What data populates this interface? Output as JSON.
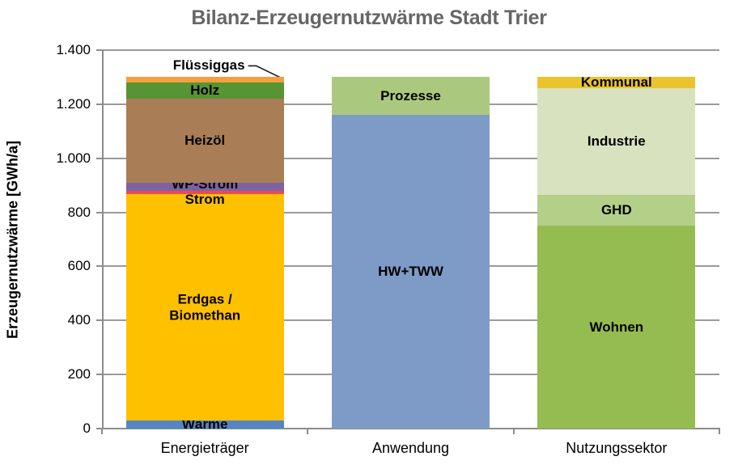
{
  "chart_data": {
    "type": "bar",
    "stacked": true,
    "title": "Bilanz-Erzeugernutzwärme Stadt Trier",
    "ylabel": "Erzeugernutzwärme [GWh/a]",
    "xlabel": "",
    "unit": "GWh/a",
    "ylim": [
      0,
      1400
    ],
    "y_tick_step": 200,
    "y_tick_labels": [
      "1.400",
      "1.200",
      "1.000",
      "800",
      "600",
      "400",
      "200",
      "0"
    ],
    "grid": true,
    "legend_position": "none",
    "colors": {
      "grid": "#9a9a9a",
      "axis": "#8c8c8c",
      "title": "#666666",
      "label": "#000000"
    },
    "categories": [
      "Energieträger",
      "Anwendung",
      "Nutzungssektor"
    ],
    "bars": [
      {
        "category": "Energieträger",
        "total": 1300,
        "segments": [
          {
            "label": "Wärme",
            "value": 30,
            "color": "#5586C3"
          },
          {
            "label": "Erdgas /\nBiomethan",
            "value": 837,
            "color": "#FFC000"
          },
          {
            "label": "Strom",
            "value": 12,
            "color": "#E84B52",
            "label_dy": 9
          },
          {
            "label": "WP-Strom",
            "value": 30,
            "color": "#7D62A2",
            "label_dy": -3
          },
          {
            "label": "Heizöl",
            "value": 311,
            "color": "#A97E56"
          },
          {
            "label": "Holz",
            "value": 60,
            "color": "#579434"
          },
          {
            "label": "Flüssiggas",
            "value": 20,
            "color": "#F0A03E",
            "label_outside": true
          }
        ]
      },
      {
        "category": "Anwendung",
        "total": 1300,
        "segments": [
          {
            "label": "HW+TWW",
            "value": 1160,
            "color": "#7E9BC8"
          },
          {
            "label": "Prozesse",
            "value": 140,
            "color": "#ABC97E"
          }
        ]
      },
      {
        "category": "Nutzungssektor",
        "total": 1300,
        "segments": [
          {
            "label": "Wohnen",
            "value": 750,
            "color": "#95BC51"
          },
          {
            "label": "GHD",
            "value": 115,
            "color": "#B4CF87"
          },
          {
            "label": "Industrie",
            "value": 395,
            "color": "#D8E2BE"
          },
          {
            "label": "Kommunal",
            "value": 40,
            "color": "#E9C42F"
          }
        ]
      }
    ]
  }
}
